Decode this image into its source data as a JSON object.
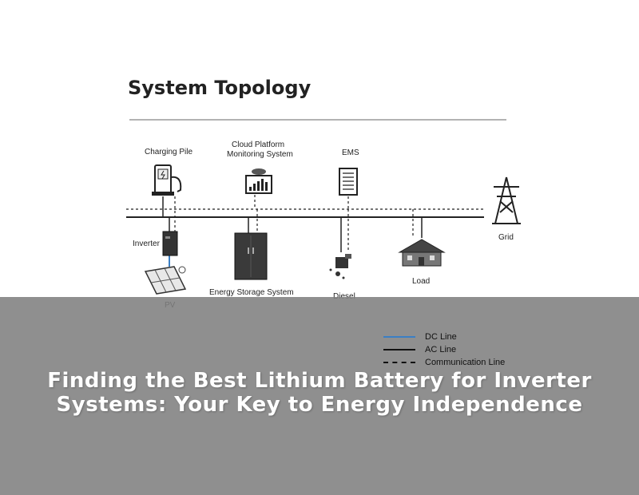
{
  "diagram": {
    "title": "System Topology",
    "nodes": {
      "charging_pile": "Charging Pile",
      "cloud_line1": "Cloud Platform",
      "cloud_line2": "Monitoring System",
      "ems": "EMS",
      "grid": "Grid",
      "inverter": "Inverter",
      "pv": "PV",
      "energy_storage": "Energy Storage System",
      "diesel": "Diesel",
      "load": "Load"
    },
    "legend": [
      {
        "label": "DC Line",
        "color": "#3b7fc4",
        "style": "solid"
      },
      {
        "label": "AC Line",
        "color": "#111111",
        "style": "solid"
      },
      {
        "label": "Communication Line",
        "color": "#111111",
        "style": "dashed"
      }
    ]
  },
  "overlay": {
    "headline_line1": "Finding the Best Lithium Battery for Inverter",
    "headline_line2": "Systems: Your Key to Energy Independence"
  }
}
